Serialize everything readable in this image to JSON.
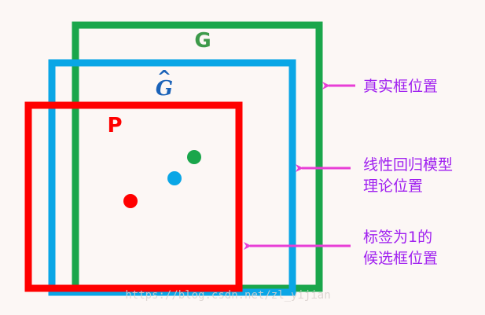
{
  "boxes": {
    "ground_truth": {
      "label": "G",
      "color": "#1aa64b"
    },
    "regression": {
      "label": "G",
      "hat": "^",
      "color": "#0aa6e6"
    },
    "proposal": {
      "label": "P",
      "color": "#ff0000"
    }
  },
  "annotations": {
    "ground_truth": {
      "line1": "真实框位置"
    },
    "regression": {
      "line1": "线性回归模型",
      "line2": "理论位置"
    },
    "proposal": {
      "line1": "标签为1的",
      "line2": "候选框位置"
    },
    "color": "#a020f0"
  },
  "arrow_color": "#e83ed6",
  "watermark": "https://blog.csdn.net/zl_yijian"
}
